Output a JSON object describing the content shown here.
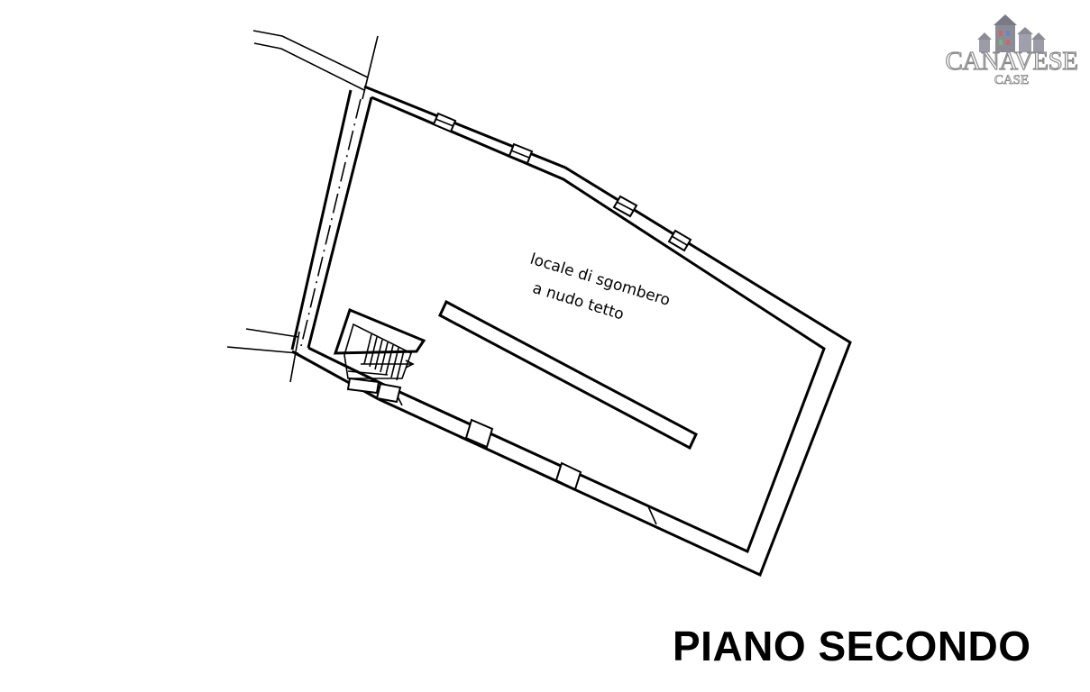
{
  "drawing": {
    "title": "PIANO SECONDO",
    "room_label_line1": "locale di sgombero",
    "room_label_line2": "a nudo tetto"
  },
  "logo": {
    "name": "CANAVESE",
    "sub": "CASE",
    "icon": "houses-icon",
    "colors": [
      "#8c8c96",
      "#c46a6a",
      "#6a86c4",
      "#7fb07a"
    ]
  }
}
